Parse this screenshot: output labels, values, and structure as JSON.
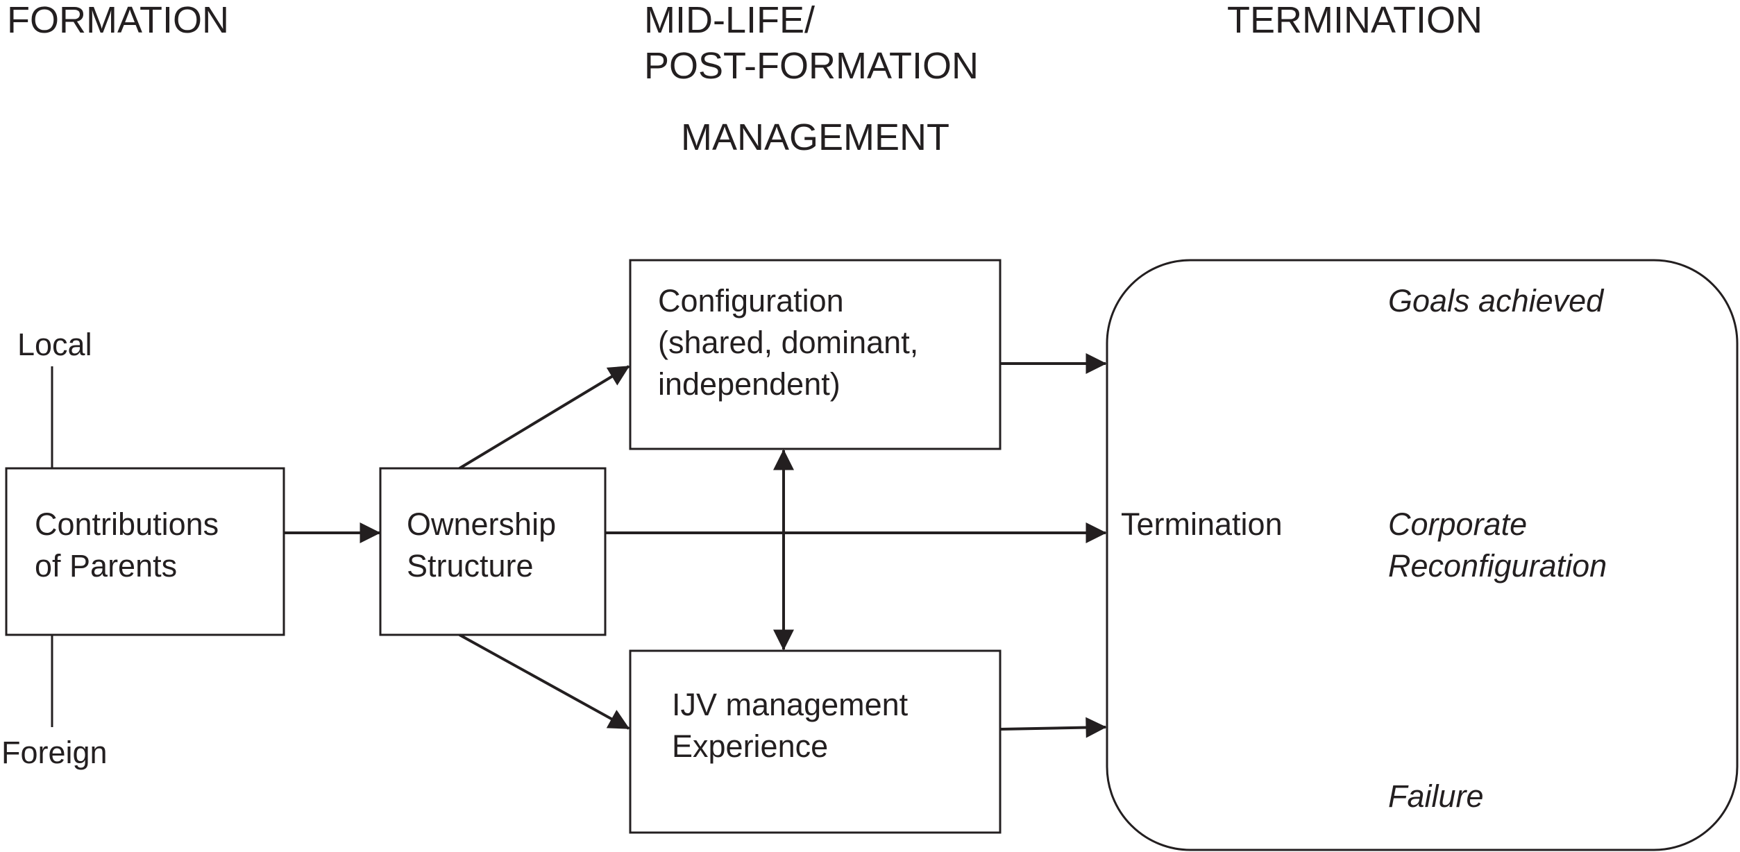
{
  "headings": {
    "formation": "FORMATION",
    "midlife_line1": "MID-LIFE/",
    "midlife_line2": "POST-FORMATION",
    "management": "MANAGEMENT",
    "termination": "TERMINATION"
  },
  "parents": {
    "local": "Local",
    "foreign": "Foreign"
  },
  "nodes": {
    "contributions": [
      "Contributions",
      "of Parents"
    ],
    "ownership": [
      "Ownership",
      "Structure"
    ],
    "configuration": [
      "Configuration",
      "(shared, dominant,",
      "independent)"
    ],
    "ijv": [
      "IJV management",
      "Experience"
    ],
    "termination": "Termination"
  },
  "outcomes": {
    "goals": "Goals achieved",
    "corporate_line1": "Corporate",
    "corporate_line2": "Reconfiguration",
    "failure": "Failure"
  },
  "colors": {
    "ink": "#231f20",
    "background": "#ffffff"
  }
}
